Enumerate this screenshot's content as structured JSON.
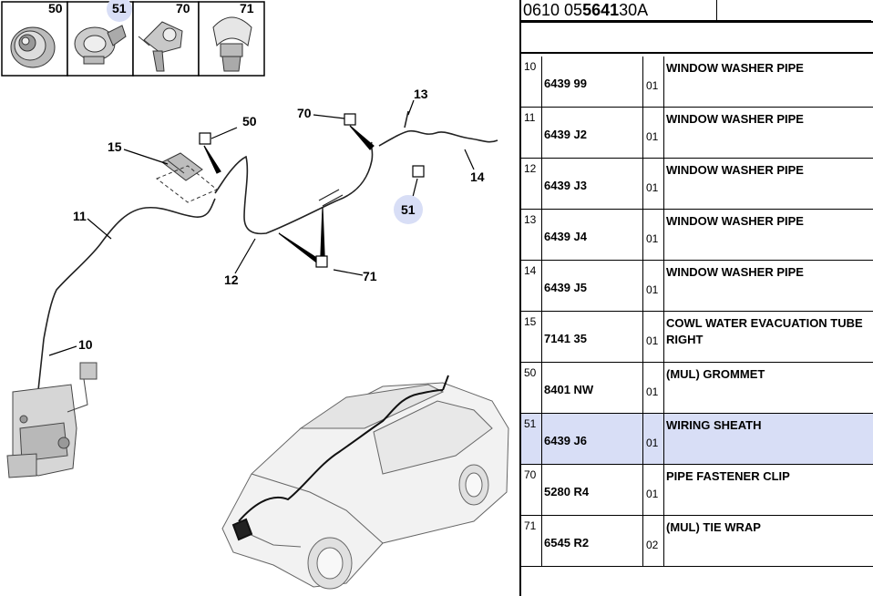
{
  "reference": {
    "part1": "0610 05 ",
    "part2": "5641",
    "part3": " 30A"
  },
  "legend_thumbnails": [
    {
      "label": "50",
      "icon": "grommet-icon"
    },
    {
      "label": "51",
      "icon": "wiring-sheath-icon"
    },
    {
      "label": "70",
      "icon": "pipe-clip-icon"
    },
    {
      "label": "71",
      "icon": "tie-wrap-icon"
    }
  ],
  "callouts": [
    "10",
    "11",
    "12",
    "13",
    "14",
    "15",
    "50",
    "51",
    "70",
    "71"
  ],
  "selected_callout": "51",
  "colors": {
    "selection": "#d8def6",
    "line": "#000000"
  },
  "parts": [
    {
      "pos": "10",
      "pn": "6439 99",
      "qty": "01",
      "desc": "WINDOW WASHER PIPE"
    },
    {
      "pos": "11",
      "pn": "6439 J2",
      "qty": "01",
      "desc": "WINDOW WASHER PIPE"
    },
    {
      "pos": "12",
      "pn": "6439 J3",
      "qty": "01",
      "desc": "WINDOW WASHER PIPE"
    },
    {
      "pos": "13",
      "pn": "6439 J4",
      "qty": "01",
      "desc": "WINDOW WASHER PIPE"
    },
    {
      "pos": "14",
      "pn": "6439 J5",
      "qty": "01",
      "desc": "WINDOW WASHER PIPE"
    },
    {
      "pos": "15",
      "pn": "7141 35",
      "qty": "01",
      "desc": "COWL WATER EVACUATION TUBE RIGHT"
    },
    {
      "pos": "50",
      "pn": "8401 NW",
      "qty": "01",
      "desc": "(MUL) GROMMET"
    },
    {
      "pos": "51",
      "pn": "6439 J6",
      "qty": "01",
      "desc": "WIRING SHEATH",
      "selected": true
    },
    {
      "pos": "70",
      "pn": "5280 R4",
      "qty": "01",
      "desc": "PIPE FASTENER CLIP"
    },
    {
      "pos": "71",
      "pn": "6545 R2",
      "qty": "02",
      "desc": "(MUL) TIE WRAP"
    }
  ]
}
